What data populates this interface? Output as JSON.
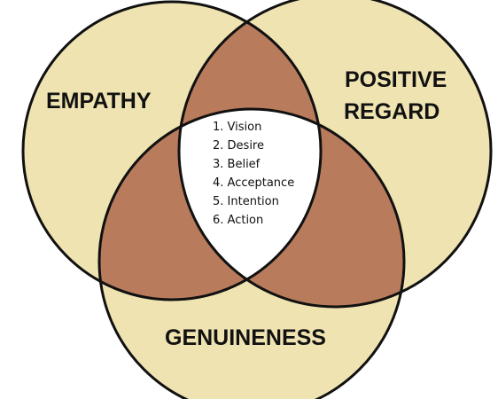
{
  "colors": {
    "single": "#efe4b1",
    "overlap": "#b87b5c",
    "center": "#ffffff",
    "outline": "#111111"
  },
  "sets": {
    "empathy": "EMPATHY",
    "positive_regard_line1": "POSITIVE",
    "positive_regard_line2": "REGARD",
    "genuineness": "GENUINENESS"
  },
  "center_items": [
    "1. Vision",
    "2. Desire",
    "3. Belief",
    "4. Acceptance",
    "5. Intention",
    "6. Action"
  ]
}
